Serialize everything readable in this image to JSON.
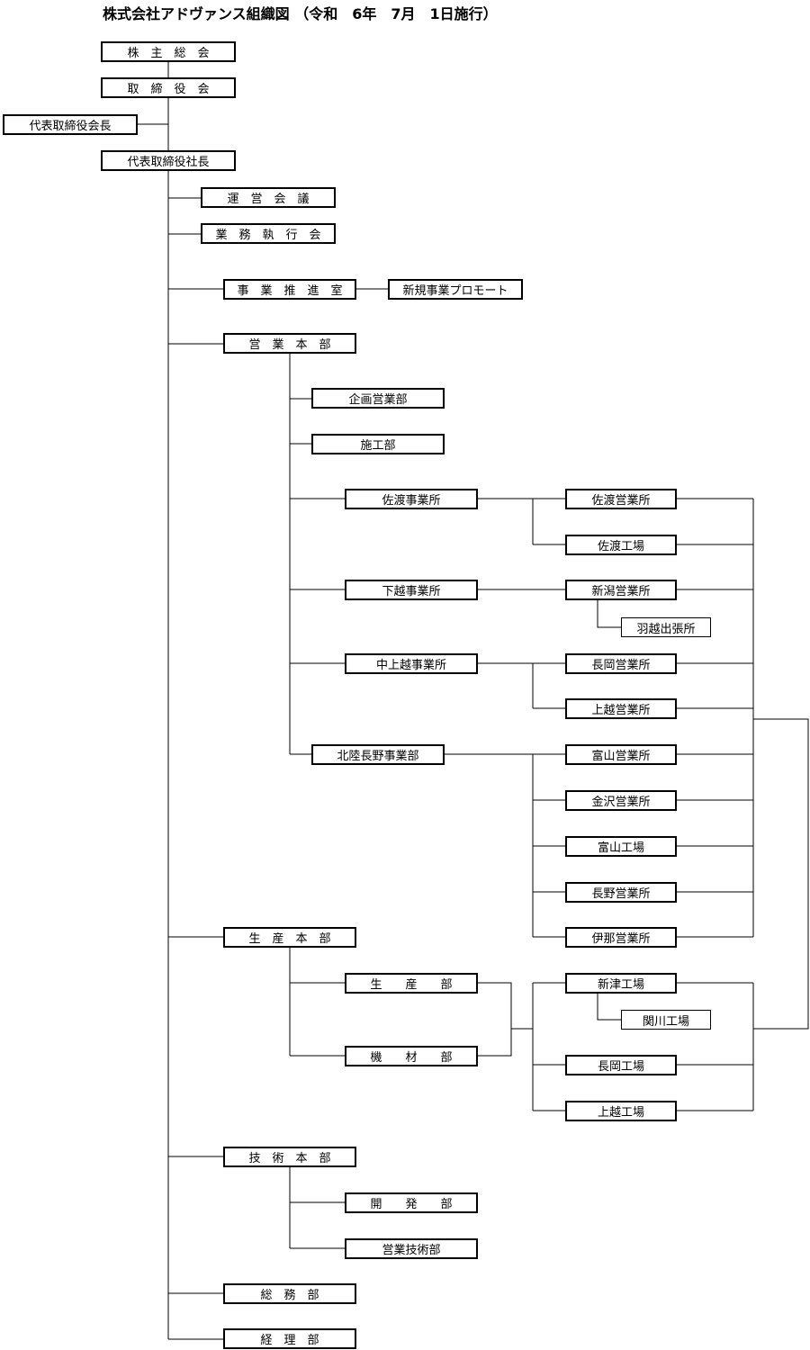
{
  "title": "株式会社アドヴァンス組織図 （令和　6年　7月　1日施行）",
  "nodes": {
    "shareholders": "株　主　総　会",
    "board": "取　締　役　会",
    "chairman": "代表取締役会長",
    "president": "代表取締役社長",
    "management_meeting": "運　営　会　議",
    "executive_committee": "業　務　執　行　会",
    "business_promotion": "事　業　推　進　室",
    "new_business": "新規事業プロモート",
    "sales_hq": "営　業　本　部",
    "planning_sales": "企画営業部",
    "construction": "施工部",
    "sado_office": "佐渡事業所",
    "sado_sales": "佐渡営業所",
    "sado_factory": "佐渡工場",
    "shimoetsu_office": "下越事業所",
    "niigata_sales": "新潟営業所",
    "hanekoshi_branch": "羽越出張所",
    "chujoetsu_office": "中上越事業所",
    "nagaoka_sales": "長岡営業所",
    "joetsu_sales": "上越営業所",
    "hokuriku_nagano": "北陸長野事業部",
    "toyama_sales": "富山営業所",
    "kanazawa_sales": "金沢営業所",
    "toyama_factory": "富山工場",
    "nagano_sales": "長野営業所",
    "ina_sales": "伊那営業所",
    "production_hq": "生　産　本　部",
    "production_dept": "生　　産　　部",
    "equipment_dept": "機　　材　　部",
    "niitsu_factory": "新津工場",
    "sekikawa_factory": "関川工場",
    "nagaoka_factory": "長岡工場",
    "joetsu_factory": "上越工場",
    "tech_hq": "技　術　本　部",
    "development": "開　　発　　部",
    "sales_tech": "営業技術部",
    "general_affairs": "総　務　部",
    "accounting": "経　理　部"
  }
}
